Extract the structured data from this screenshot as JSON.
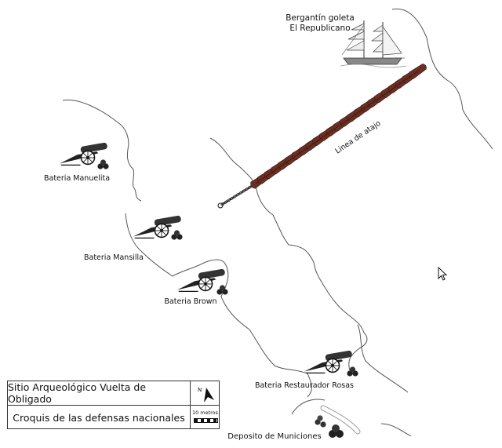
{
  "map": {
    "ship_label_line1": "Bergantín goleta",
    "ship_label_line2": "El Republicano",
    "chain_label": "Linea de atajo",
    "batteries": [
      {
        "name": "Bateria Manuelita"
      },
      {
        "name": "Bateria Mansilla"
      },
      {
        "name": "Bateria Brown"
      },
      {
        "name": "Bateria Restaurador Rosas"
      }
    ],
    "depot_label": "Deposito de Municiones"
  },
  "legend": {
    "title": "Sitio Arqueológico Vuelta de Obligado",
    "subtitle": "Croquis de las defensas nacionales",
    "scale_label": "10 metros",
    "north_icon": "north-arrow-icon"
  },
  "colors": {
    "boats": "#6b2e22",
    "coast": "#555555",
    "ink": "#111111"
  }
}
